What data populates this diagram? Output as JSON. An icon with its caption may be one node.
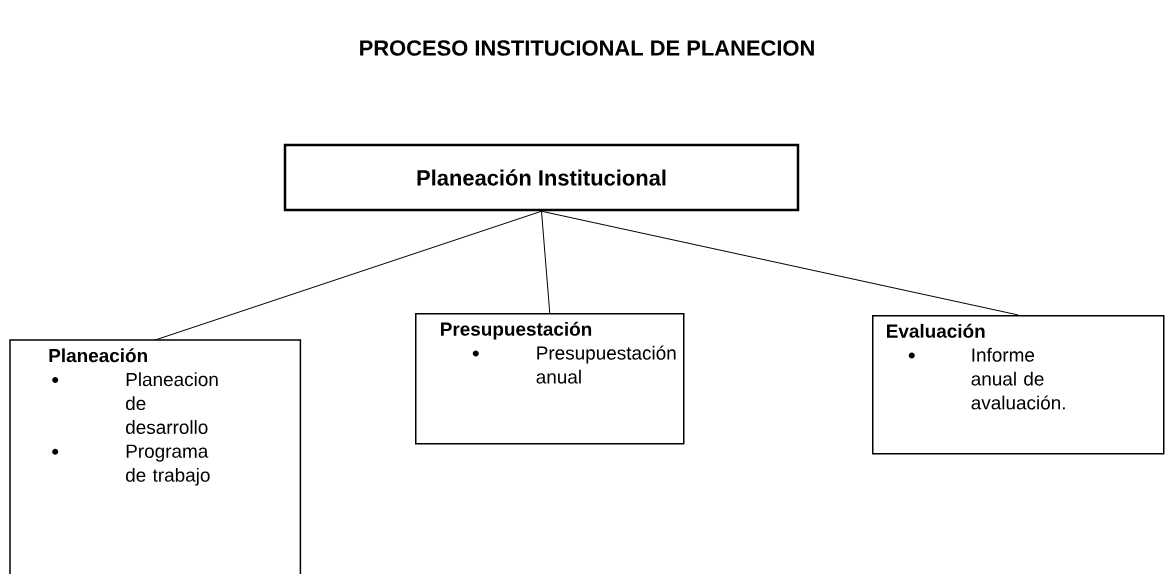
{
  "diagram": {
    "title": "PROCESO INSTITUCIONAL DE PLANECION",
    "nodes": [
      {
        "text": [
          "Planeación Institucional"
        ]
      },
      {
        "text": [
          "Planeación",
          "Planeacion de desarrollo",
          "Programa de trabajo"
        ]
      },
      {
        "text": [
          "Presupuestación",
          "Presupuestación anual"
        ]
      },
      {
        "text": [
          "Evaluación",
          "Informe anual de avaluación."
        ]
      }
    ],
    "edges": [
      {
        "from": 0,
        "to": 1,
        "arrow": "none"
      },
      {
        "from": 0,
        "to": 2,
        "arrow": "none"
      },
      {
        "from": 0,
        "to": 3,
        "arrow": "none"
      }
    ]
  }
}
